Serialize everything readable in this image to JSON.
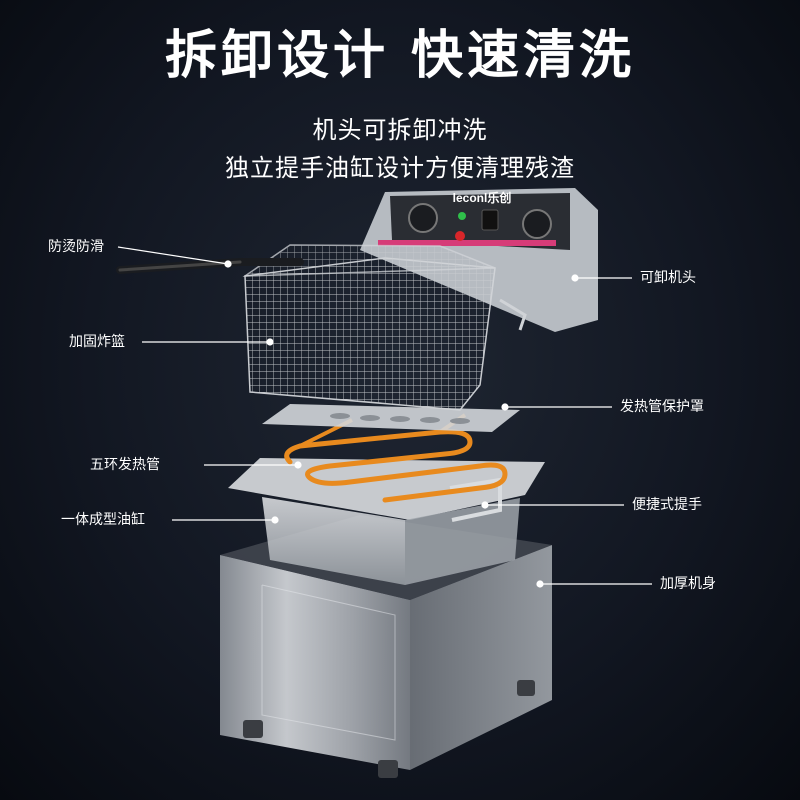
{
  "header": {
    "title": "拆卸设计 快速清洗",
    "subtitle_line1": "机头可拆卸冲洗",
    "subtitle_line2": "独立提手油缸设计方便清理残渣"
  },
  "brand": {
    "logo_text": "leconl乐创"
  },
  "callouts": {
    "anti_scald": "防烫防滑",
    "basket": "加固炸篮",
    "heating_tube": "五环发热管",
    "oil_tank": "一体成型油缸",
    "removable_head": "可卸机头",
    "heater_guard": "发热管保护罩",
    "handle": "便捷式提手",
    "body": "加厚机身"
  },
  "colors": {
    "background": "#121722",
    "text": "#ffffff",
    "steel": "#b8bcc2",
    "heating_glow": "#e88a1e",
    "indicator_red": "#d8262a",
    "indicator_green": "#2fbf4a",
    "strip_pink": "#d63c78"
  }
}
